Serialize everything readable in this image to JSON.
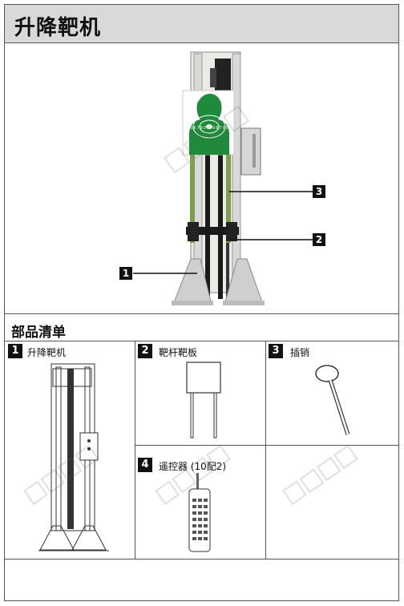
{
  "header": {
    "title": "升降靶机"
  },
  "hero": {
    "callouts": [
      {
        "num": "1"
      },
      {
        "num": "2"
      },
      {
        "num": "3"
      }
    ],
    "target_numbers": "5 6 7 8 9 10 9 8 7 6 5"
  },
  "parts_list": {
    "title": "部品清单",
    "items": [
      {
        "num": "1",
        "label": "升降靶机"
      },
      {
        "num": "2",
        "label": "靶杆靶板"
      },
      {
        "num": "3",
        "label": "插销"
      },
      {
        "num": "4",
        "label": "遥控器 (10配2)"
      }
    ]
  },
  "colors": {
    "target_green": "#1f8a3a",
    "header_bg": "#d9d9d9",
    "callout_bg": "#111111"
  }
}
